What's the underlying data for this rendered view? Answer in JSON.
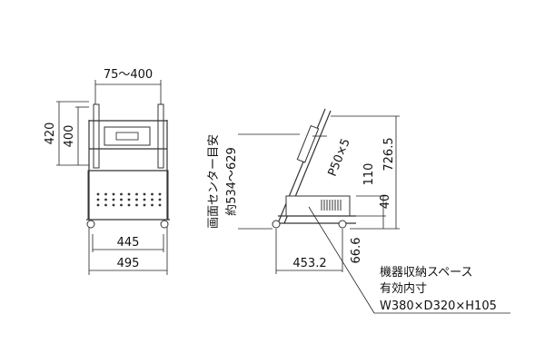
{
  "front_view": {
    "vesa_range": "75～400",
    "height_outer": "420",
    "height_inner": "400",
    "width_inner": "445",
    "width_outer": "495"
  },
  "side_view": {
    "screen_center_label": "画面センター目安",
    "screen_center_range": "約534～629",
    "tilt_label": "P50×5",
    "height_total": "726.5",
    "height_110": "110",
    "height_40": "40",
    "height_66": "66.6",
    "depth": "453.2"
  },
  "storage_note": {
    "title": "機器収納スペース",
    "subtitle": "有効内寸",
    "dimensions": "W380×D320×H105"
  }
}
